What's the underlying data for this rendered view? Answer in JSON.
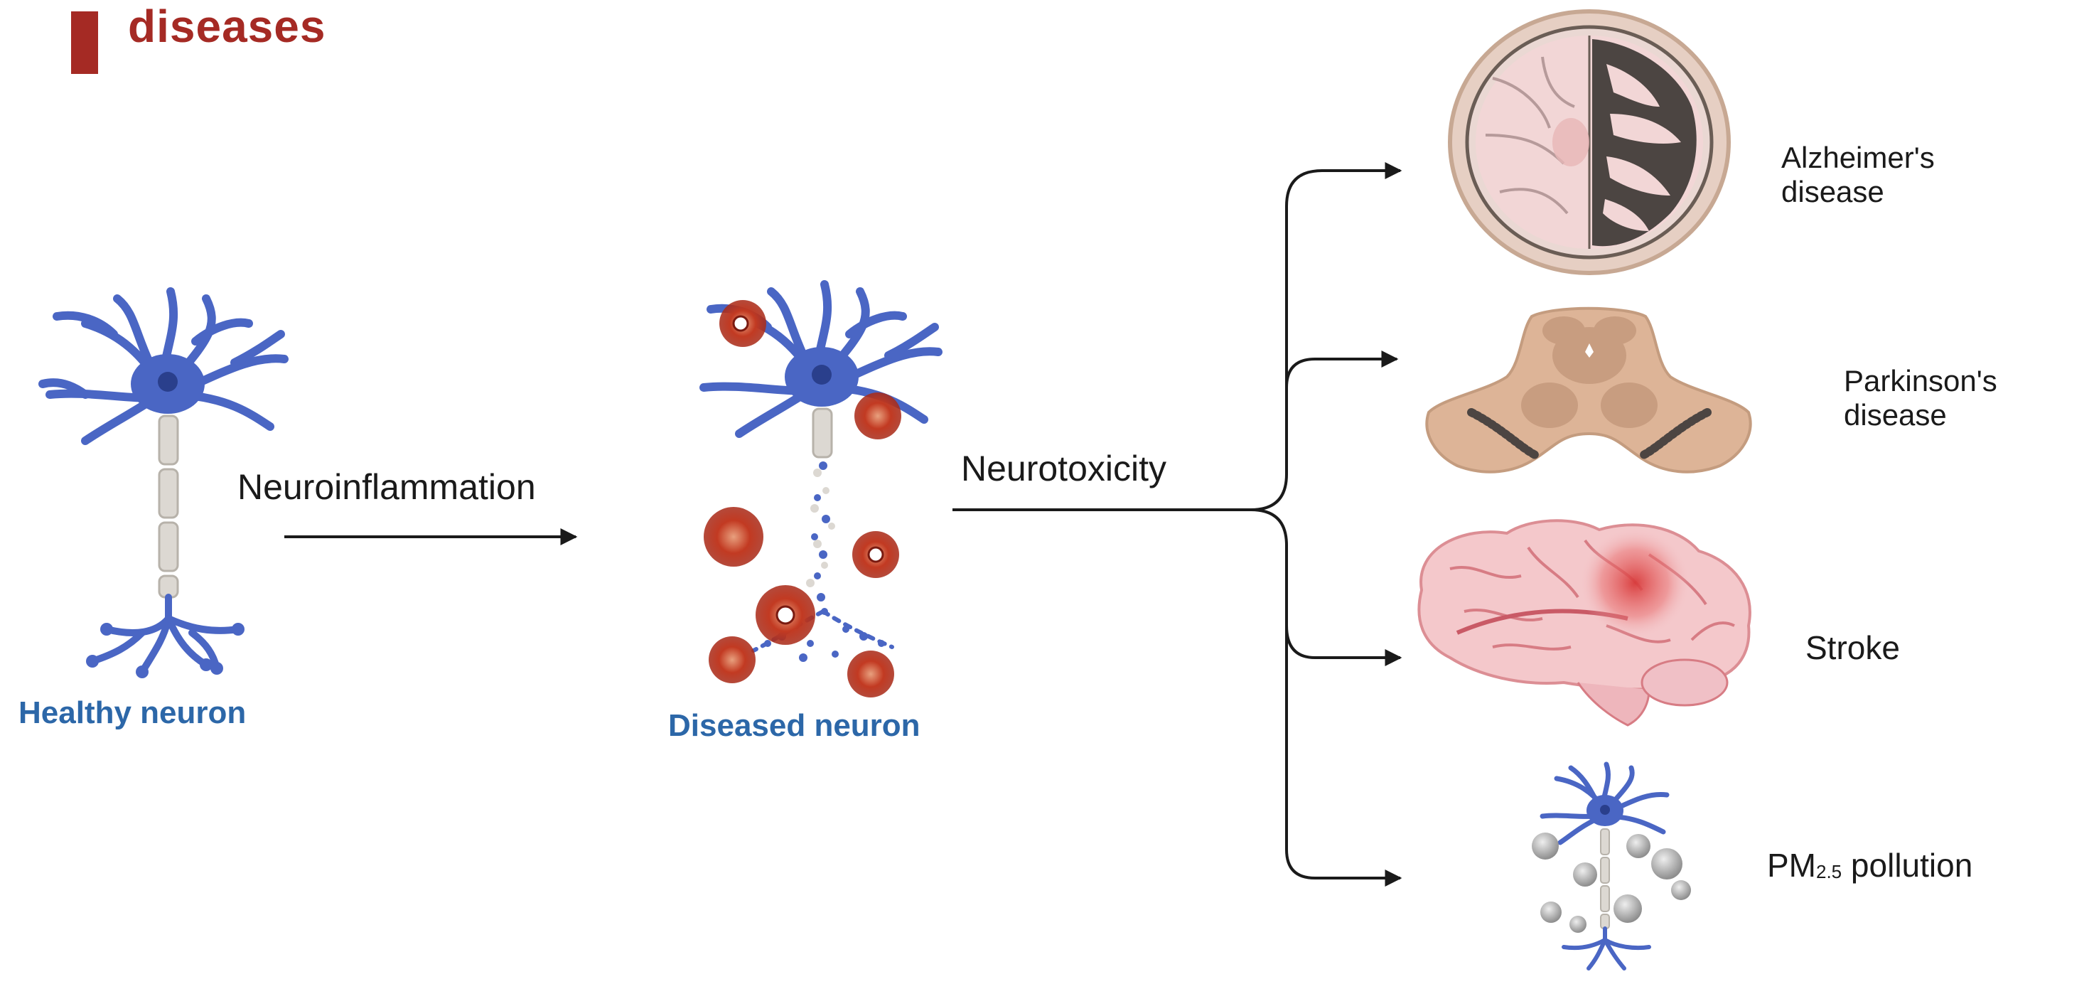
{
  "header": {
    "title": "diseases"
  },
  "neurons": {
    "healthy_label": "Healthy neuron",
    "diseased_label": "Diseased neuron"
  },
  "edges": {
    "neuroinflammation": "Neuroinflammation",
    "neurotoxicity": "Neurotoxicity"
  },
  "diseases": {
    "alzheimers_line1": "Alzheimer's",
    "alzheimers_line2": "disease",
    "parkinsons_line1": "Parkinson's",
    "parkinsons_line2": "disease",
    "stroke": "Stroke",
    "pm_prefix": "PM",
    "pm_sub": "2.5",
    "pm_suffix": " pollution"
  },
  "colors": {
    "title_red": "#a52a24",
    "neuron_blue": "#4a66c4",
    "label_blue": "#2c67a8",
    "plaque_red": "#c23a22",
    "brain_pink": "#f2c9cc"
  }
}
